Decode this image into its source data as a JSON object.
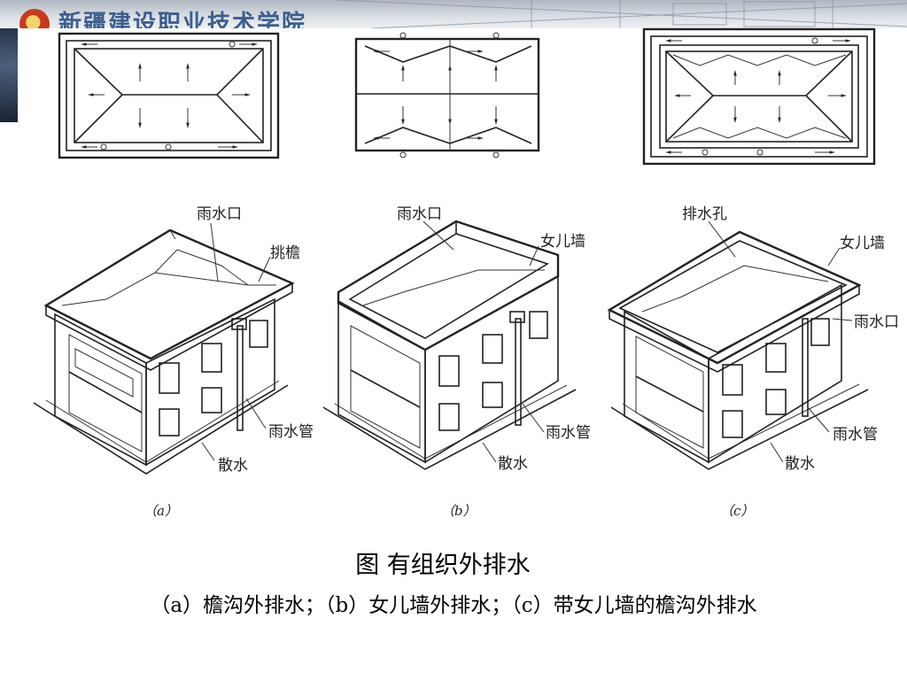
{
  "header": {
    "title": "新疆建设职业技术学院"
  },
  "labels": {
    "a": {
      "rain_outlet": "雨水口",
      "eave": "挑檐",
      "downpipe": "雨水管",
      "apron": "散水",
      "sub": "（a）"
    },
    "b": {
      "rain_outlet": "雨水口",
      "parapet": "女儿墙",
      "downpipe": "雨水管",
      "apron": "散水",
      "sub": "（b）"
    },
    "c": {
      "drain_hole": "排水孔",
      "parapet": "女儿墙",
      "rain_outlet": "雨水口",
      "downpipe": "雨水管",
      "apron": "散水",
      "sub": "（c）"
    }
  },
  "figure": {
    "title": "图 有组织外排水",
    "caption": "（a）檐沟外排水；（b）女儿墙外排水；（c）带女儿墙的檐沟外排水"
  }
}
